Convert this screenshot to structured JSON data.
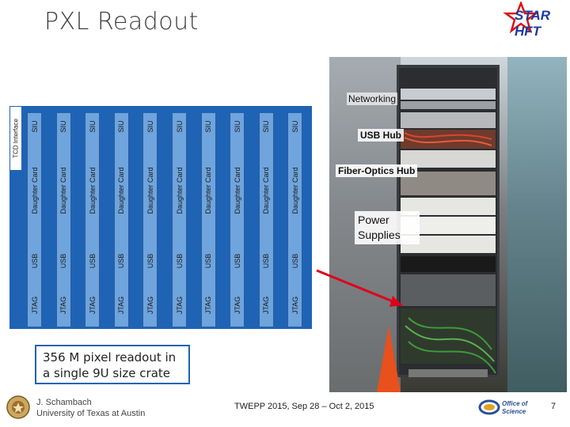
{
  "slide": {
    "title": "PXL Readout",
    "logo_text": "STAR HFT"
  },
  "crate": {
    "tcd_label": "TCD Interface",
    "columns": [
      {
        "siu": "SIU",
        "daughter": "Daughter Card",
        "usb": "USB",
        "jtag": "JTAG"
      },
      {
        "siu": "SIU",
        "daughter": "Daughter Card",
        "usb": "USB",
        "jtag": "JTAG"
      },
      {
        "siu": "SIU",
        "daughter": "Daughter Card",
        "usb": "USB",
        "jtag": "JTAG"
      },
      {
        "siu": "SIU",
        "daughter": "Daughter Card",
        "usb": "USB",
        "jtag": "JTAG"
      },
      {
        "siu": "SIU",
        "daughter": "Daughter Card",
        "usb": "USB",
        "jtag": "JTAG"
      },
      {
        "siu": "SIU",
        "daughter": "Daughter Card",
        "usb": "USB",
        "jtag": "JTAG"
      },
      {
        "siu": "SIU",
        "daughter": "Daughter Card",
        "usb": "USB",
        "jtag": "JTAG"
      },
      {
        "siu": "SIU",
        "daughter": "Daughter Card",
        "usb": "USB",
        "jtag": "JTAG"
      },
      {
        "siu": "SIU",
        "daughter": "Daughter Card",
        "usb": "USB",
        "jtag": "JTAG"
      },
      {
        "siu": "SIU",
        "daughter": "Daughter Card",
        "usb": "USB",
        "jtag": "JTAG"
      }
    ]
  },
  "photo_labels": {
    "networking": "Networking",
    "usb_hub": "USB Hub",
    "fiber_hub": "Fiber-Optics Hub",
    "power_supplies": "Power Supplies"
  },
  "callout": "356 M pixel readout in a single 9U size crate",
  "footer": {
    "author_name": "J. Schambach",
    "author_affiliation": "University of Texas at Austin",
    "conference": "TWEPP 2015, Sep 28 – Oct 2, 2015",
    "oos_logo_line1": "Office of",
    "oos_logo_line2": "Science",
    "page_number": "7"
  },
  "colors": {
    "crate_blue": "#1f63b5",
    "card_light_blue": "#6fa4dc",
    "callout_border": "#1f63b5",
    "arrow_red": "#e0001a"
  }
}
